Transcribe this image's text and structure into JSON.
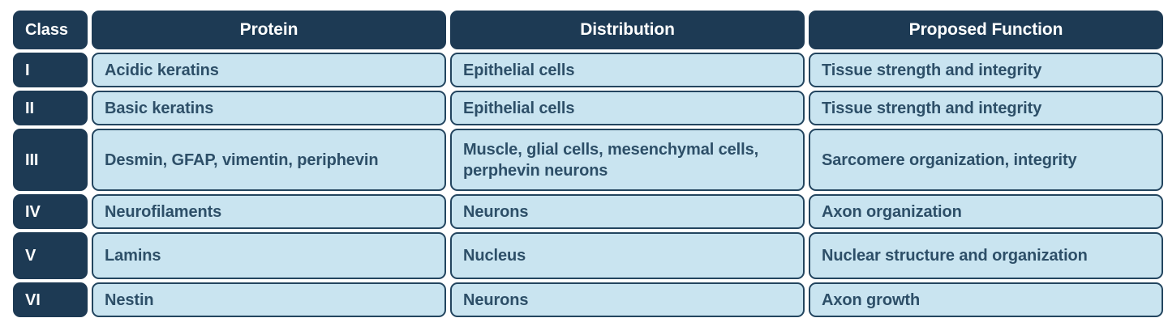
{
  "table": {
    "headers": {
      "class": "Class",
      "protein": "Protein",
      "distribution": "Distribution",
      "function": "Proposed Function"
    },
    "colors": {
      "header_bg": "#1d3a54",
      "header_text": "#ffffff",
      "cell_bg": "#c9e4f0",
      "cell_border": "#23455f",
      "cell_text": "#2d4f68",
      "page_bg": "#ffffff"
    },
    "rows": [
      {
        "class": "I",
        "protein": "Acidic keratins",
        "distribution": "Epithelial cells",
        "function": "Tissue strength and integrity"
      },
      {
        "class": "II",
        "protein": "Basic keratins",
        "distribution": "Epithelial cells",
        "function": "Tissue strength and integrity"
      },
      {
        "class": "III",
        "protein": "Desmin, GFAP, vimentin, periphevin",
        "distribution": "Muscle, glial cells, mesenchymal cells, perphevin neurons",
        "function": "Sarcomere organization, integrity"
      },
      {
        "class": "IV",
        "protein": "Neurofilaments",
        "distribution": "Neurons",
        "function": "Axon organization"
      },
      {
        "class": "V",
        "protein": "Lamins",
        "distribution": "Nucleus",
        "function": "Nuclear structure and organization"
      },
      {
        "class": "VI",
        "protein": "Nestin",
        "distribution": "Neurons",
        "function": "Axon growth"
      }
    ]
  }
}
